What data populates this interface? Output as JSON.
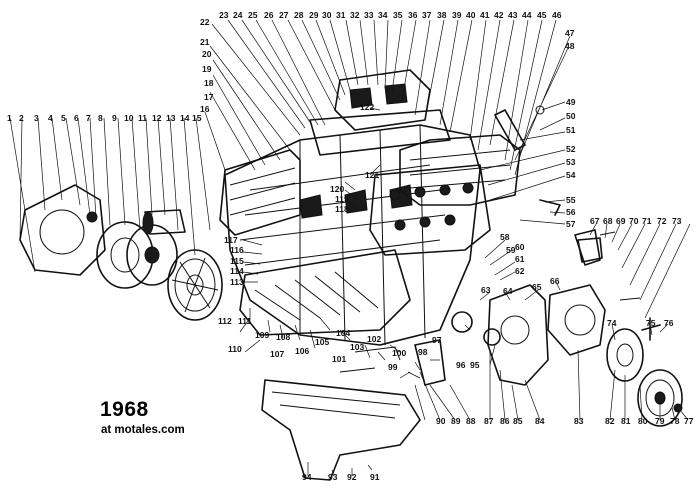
{
  "caption": {
    "year": "1968",
    "site": "at motales.com"
  },
  "colors": {
    "ink": "#111111",
    "paper": "#ffffff"
  },
  "callouts": [
    {
      "label": "1"
    },
    {
      "label": "2"
    },
    {
      "label": "3"
    },
    {
      "label": "4"
    },
    {
      "label": "5"
    },
    {
      "label": "6"
    },
    {
      "label": "7"
    },
    {
      "label": "8"
    },
    {
      "label": "9"
    },
    {
      "label": "10"
    },
    {
      "label": "11"
    },
    {
      "label": "12"
    },
    {
      "label": "13"
    },
    {
      "label": "14"
    },
    {
      "label": "15"
    },
    {
      "label": "16"
    },
    {
      "label": "17"
    },
    {
      "label": "18"
    },
    {
      "label": "19"
    },
    {
      "label": "20"
    },
    {
      "label": "21"
    },
    {
      "label": "22"
    },
    {
      "label": "23"
    },
    {
      "label": "24"
    },
    {
      "label": "25"
    },
    {
      "label": "26"
    },
    {
      "label": "27"
    },
    {
      "label": "28"
    },
    {
      "label": "29"
    },
    {
      "label": "30"
    },
    {
      "label": "31"
    },
    {
      "label": "32"
    },
    {
      "label": "33"
    },
    {
      "label": "34"
    },
    {
      "label": "35"
    },
    {
      "label": "36"
    },
    {
      "label": "37"
    },
    {
      "label": "38"
    },
    {
      "label": "39"
    },
    {
      "label": "40"
    },
    {
      "label": "41"
    },
    {
      "label": "42"
    },
    {
      "label": "43"
    },
    {
      "label": "44"
    },
    {
      "label": "45"
    },
    {
      "label": "46"
    },
    {
      "label": "47"
    },
    {
      "label": "48"
    },
    {
      "label": "49"
    },
    {
      "label": "50"
    },
    {
      "label": "51"
    },
    {
      "label": "52"
    },
    {
      "label": "53"
    },
    {
      "label": "54"
    },
    {
      "label": "55"
    },
    {
      "label": "56"
    },
    {
      "label": "57"
    },
    {
      "label": "58"
    },
    {
      "label": "59"
    },
    {
      "label": "60"
    },
    {
      "label": "61"
    },
    {
      "label": "62"
    },
    {
      "label": "63"
    },
    {
      "label": "64"
    },
    {
      "label": "65"
    },
    {
      "label": "66"
    },
    {
      "label": "67"
    },
    {
      "label": "68"
    },
    {
      "label": "69"
    },
    {
      "label": "70"
    },
    {
      "label": "71"
    },
    {
      "label": "72"
    },
    {
      "label": "73"
    },
    {
      "label": "74"
    },
    {
      "label": "75"
    },
    {
      "label": "76"
    },
    {
      "label": "77"
    },
    {
      "label": "78"
    },
    {
      "label": "79"
    },
    {
      "label": "80"
    },
    {
      "label": "81"
    },
    {
      "label": "82"
    },
    {
      "label": "83"
    },
    {
      "label": "84"
    },
    {
      "label": "85"
    },
    {
      "label": "86"
    },
    {
      "label": "87"
    },
    {
      "label": "88"
    },
    {
      "label": "89"
    },
    {
      "label": "90"
    },
    {
      "label": "91"
    },
    {
      "label": "92"
    },
    {
      "label": "93"
    },
    {
      "label": "94"
    },
    {
      "label": "95"
    },
    {
      "label": "96"
    },
    {
      "label": "97"
    },
    {
      "label": "98"
    },
    {
      "label": "99"
    },
    {
      "label": "100"
    },
    {
      "label": "101"
    },
    {
      "label": "102"
    },
    {
      "label": "103"
    },
    {
      "label": "104"
    },
    {
      "label": "105"
    },
    {
      "label": "106"
    },
    {
      "label": "107"
    },
    {
      "label": "108"
    },
    {
      "label": "109"
    },
    {
      "label": "110"
    },
    {
      "label": "111"
    },
    {
      "label": "112"
    },
    {
      "label": "113"
    },
    {
      "label": "114"
    },
    {
      "label": "115"
    },
    {
      "label": "116"
    },
    {
      "label": "117"
    },
    {
      "label": "118"
    },
    {
      "label": "119"
    },
    {
      "label": "120"
    },
    {
      "label": "121"
    },
    {
      "label": "122"
    }
  ]
}
